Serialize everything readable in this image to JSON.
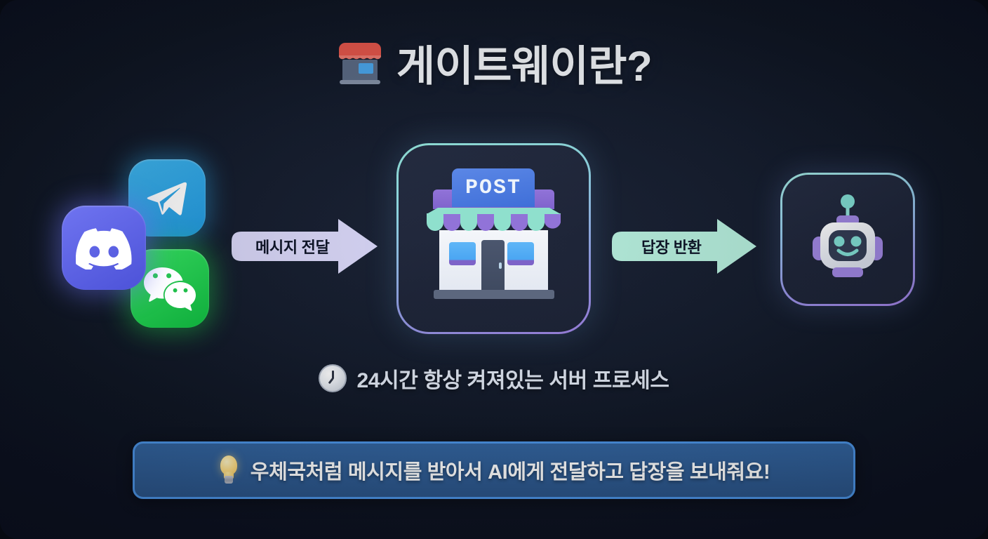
{
  "page": {
    "title": "게이트웨이란?",
    "title_icon": "store-emoji",
    "background_color": "#121a2b"
  },
  "messengers": {
    "items": [
      {
        "name": "telegram",
        "label": "Telegram",
        "color": "#2fa8e8",
        "icon": "telegram-paper-plane-icon"
      },
      {
        "name": "discord",
        "label": "Discord",
        "color": "#5865f2",
        "icon": "discord-logo-icon"
      },
      {
        "name": "wechat",
        "label": "WeChat",
        "color": "#1fc24a",
        "icon": "wechat-bubbles-icon"
      }
    ]
  },
  "flow": {
    "arrow_forward": {
      "label": "메시지 전달",
      "color": "#d6d4f5",
      "text_color": "#0e1426"
    },
    "arrow_return": {
      "label": "답장 반환",
      "color": "#b2ead9",
      "text_color": "#0e1426"
    }
  },
  "gateway_card": {
    "sign_text": "POST",
    "icon": "post-office-icon",
    "border_gradient_from": "#93e6dc",
    "border_gradient_to": "#9b7fe0",
    "fill_color": "#222a40"
  },
  "bot_card": {
    "icon": "robot-icon",
    "border_gradient_from": "#9fe7e0",
    "border_gradient_to": "#a07fe2",
    "fill_color": "#222a40"
  },
  "subcaption": {
    "icon": "clock-emoji",
    "text": "24시간 항상 켜져있는 서버 프로세스"
  },
  "callout": {
    "icon": "light-bulb-emoji",
    "text": "우체국처럼 메시지를 받아서 AI에게 전달하고 답장을 보내줘요!",
    "fill_color": "#2d5a96",
    "border_color": "#4a90e2"
  }
}
